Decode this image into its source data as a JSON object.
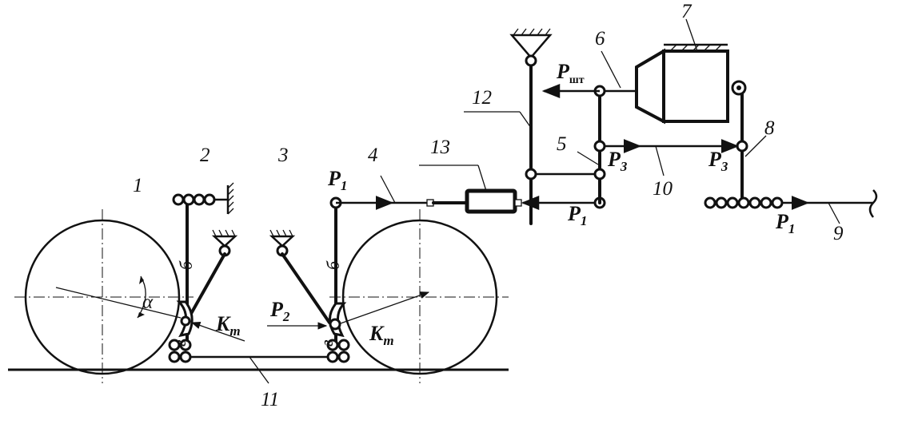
{
  "part_numbers": {
    "n1": "1",
    "n2": "2",
    "n3": "3",
    "n4": "4",
    "n5": "5",
    "n6": "6",
    "n7": "7",
    "n8": "8",
    "n9": "9",
    "n10": "10",
    "n11": "11",
    "n12": "12",
    "n13": "13"
  },
  "forces": {
    "p1": "P",
    "p1_sub": "1",
    "p2": "P",
    "p2_sub": "2",
    "p3": "P",
    "p3_sub": "3",
    "pst": "P",
    "pst_sub": "шт",
    "kt": "K",
    "kt_sub": "т",
    "alpha": "α"
  },
  "shoe_marks": {
    "b": "б",
    "g": "г"
  }
}
